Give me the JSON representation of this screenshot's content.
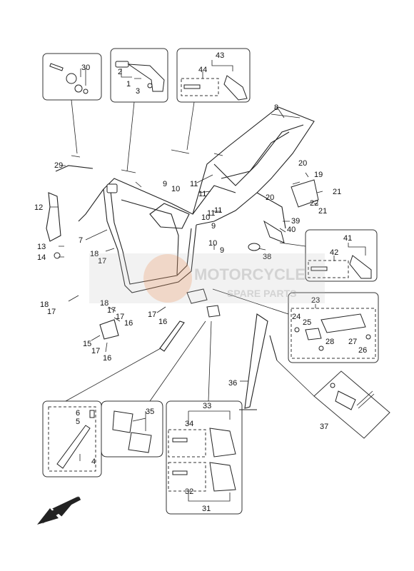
{
  "watermark": {
    "line1": "MOTORCYCLE",
    "line2": "SPARE PARTS",
    "color_brand": "#e07a3c",
    "color_band": "#bdbdbd"
  },
  "callouts": {
    "n1": "1",
    "n2": "2",
    "n3": "3",
    "n4": "4",
    "n5": "5",
    "n6": "6",
    "n7": "7",
    "n8": "8",
    "n9a": "9",
    "n9b": "9",
    "n9c": "9",
    "n10a": "10",
    "n10b": "10",
    "n10c": "10",
    "n11a": "11",
    "n11b": "11",
    "n11c": "11",
    "n11d": "11",
    "n12": "12",
    "n13": "13",
    "n14": "14",
    "n15": "15",
    "n16a": "16",
    "n16b": "16",
    "n16c": "16",
    "n17a": "17",
    "n17b": "17",
    "n17c": "17",
    "n17d": "17",
    "n17e": "17",
    "n17f": "17",
    "n18a": "18",
    "n18b": "18",
    "n18c": "18",
    "n19": "19",
    "n20a": "20",
    "n20b": "20",
    "n21a": "21",
    "n21b": "21",
    "n22": "22",
    "n23": "23",
    "n24": "24",
    "n25": "25",
    "n26": "26",
    "n27": "27",
    "n28": "28",
    "n29": "29",
    "n30": "30",
    "n31": "31",
    "n32": "32",
    "n33": "33",
    "n34": "34",
    "n35": "35",
    "n36": "36",
    "n37": "37",
    "n38": "38",
    "n39": "39",
    "n40": "40",
    "n41": "41",
    "n42": "42",
    "n43": "43",
    "n44": "44"
  },
  "direction_arrow_icon": "front-direction-arrow-icon"
}
